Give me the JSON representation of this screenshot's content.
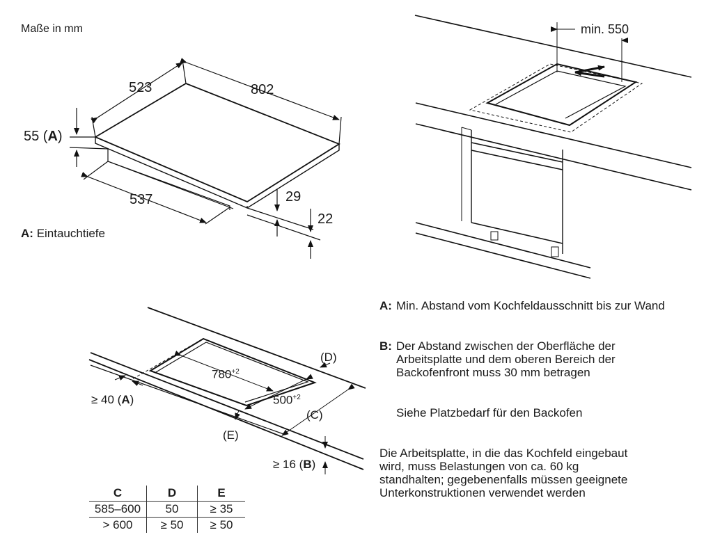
{
  "header": {
    "units": "Maße in mm"
  },
  "hob_dims": {
    "width": "523",
    "length": "802",
    "depth_label": "55",
    "depth_ref": "A",
    "bottom_length": "537",
    "h1": "29",
    "h2": "22"
  },
  "legend_a": {
    "key": "A:",
    "text": "Eintauchtiefe"
  },
  "install": {
    "min_label": "min. 550"
  },
  "cutout": {
    "length": "780",
    "length_tol": "+2",
    "width": "500",
    "width_tol": "+2",
    "d_label": "(D)",
    "c_label": "(C)",
    "e_label": "(E)",
    "a_prefix": "≥ 40 (",
    "a_ref": "A",
    "a_suffix": ")",
    "b_prefix": "≥ 16 (",
    "b_ref": "B",
    "b_suffix": ")"
  },
  "notes": [
    {
      "key": "A:",
      "text": "Min. Abstand vom Kochfeldausschnitt bis zur Wand"
    },
    {
      "key": "B:",
      "text": "Der Abstand zwischen der Oberfläche der Arbeitsplatte und dem oberen Bereich der Backofenfront muss 30 mm betragen"
    }
  ],
  "oven_note": "Siehe Platzbedarf für den Backofen",
  "load_note": "Die Arbeitsplatte, in die das Kochfeld eingebaut wird, muss Belastungen von ca. 60 kg standhalten; gegebenenfalls müssen geeignete Unterkonstruktionen verwendet werden",
  "table": {
    "headers": [
      "C",
      "D",
      "E"
    ],
    "rows": [
      [
        "585–600",
        "50",
        "≥ 35"
      ],
      [
        "> 600",
        "≥ 50",
        "≥ 50"
      ]
    ]
  }
}
